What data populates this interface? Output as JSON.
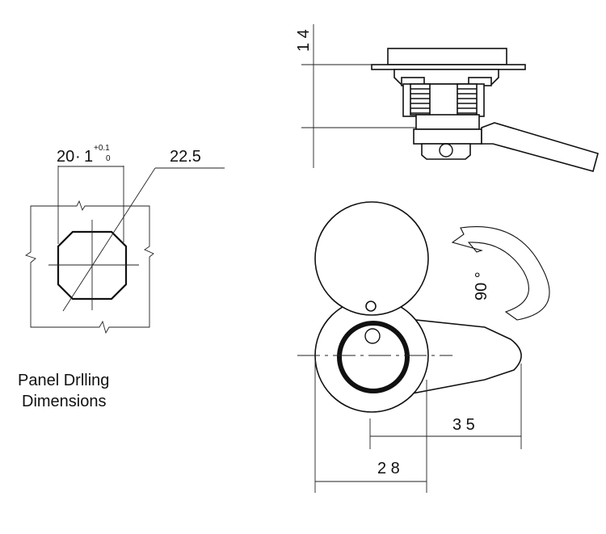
{
  "labels": {
    "panel_line1": "Panel Drlling",
    "panel_line2": "Dimensions"
  },
  "dimensions": {
    "cutout_width_main": "20",
    "cutout_width_dot": "·",
    "cutout_width_decimal": "1",
    "tolerance_upper": "+0.1",
    "tolerance_lower": "0",
    "cutout_diagonal": "22.5",
    "height": "1 4",
    "rotation": "90 °",
    "length_35": "3 5",
    "length_28": "2 8"
  }
}
